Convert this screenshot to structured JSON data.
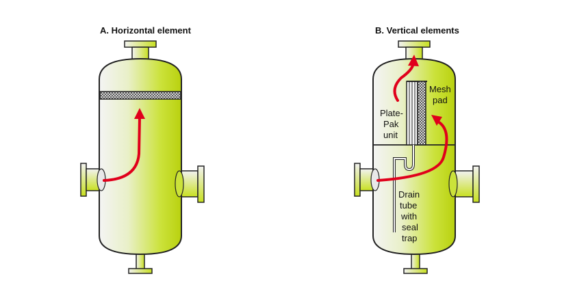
{
  "panel_a": {
    "title": "A.  Horizontal element"
  },
  "panel_b": {
    "title": "B.  Vertical elements",
    "mesh_pad_label_1": "Mesh",
    "mesh_pad_label_2": "pad",
    "platepak_label_1": "Plate-",
    "platepak_label_2": "Pak",
    "platepak_label_3": "unit",
    "drain_label_1": "Drain",
    "drain_label_2": "tube",
    "drain_label_3": "with",
    "drain_label_4": "seal",
    "drain_label_5": "trap"
  },
  "colors": {
    "vessel_light": "#f2f2f2",
    "vessel_yellow": "#c8e020",
    "flow_arrow": "#e0001b",
    "mesh": "#333333"
  }
}
